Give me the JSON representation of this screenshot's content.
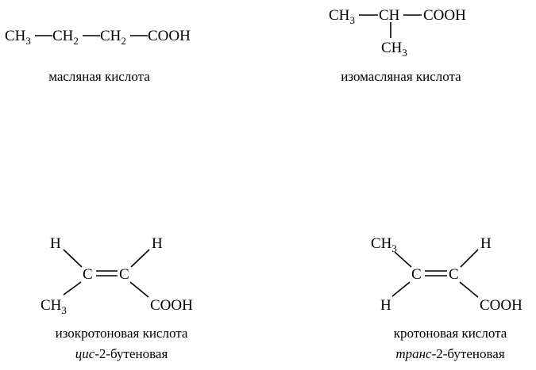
{
  "molecules": {
    "butyric": {
      "c1": "CH",
      "c1_sub": "3",
      "c2": "CH",
      "c2_sub": "2",
      "c3": "CH",
      "c3_sub": "2",
      "acid": "COOH",
      "name": "масляная кислота"
    },
    "isobutyric": {
      "c1": "CH",
      "c1_sub": "3",
      "c2": "CH",
      "acid": "COOH",
      "branch": "CH",
      "branch_sub": "3",
      "name": "изомасляная кислота"
    },
    "isocrotonic": {
      "h_left": "H",
      "h_right": "H",
      "c_left": "C",
      "c_right": "C",
      "methyl": "CH",
      "methyl_sub": "3",
      "acid": "COOH",
      "name": "изокротоновая кислота",
      "prefix": "цис",
      "suffix": "-2-бутеновая"
    },
    "crotonic": {
      "methyl": "CH",
      "methyl_sub": "3",
      "h_right": "H",
      "c_left": "C",
      "c_right": "C",
      "h_left": "H",
      "acid": "COOH",
      "name": "кротоновая кислота",
      "prefix": "транс",
      "suffix": "-2-бутеновая"
    }
  },
  "colors": {
    "ink": "#000000",
    "background": "#ffffff"
  }
}
